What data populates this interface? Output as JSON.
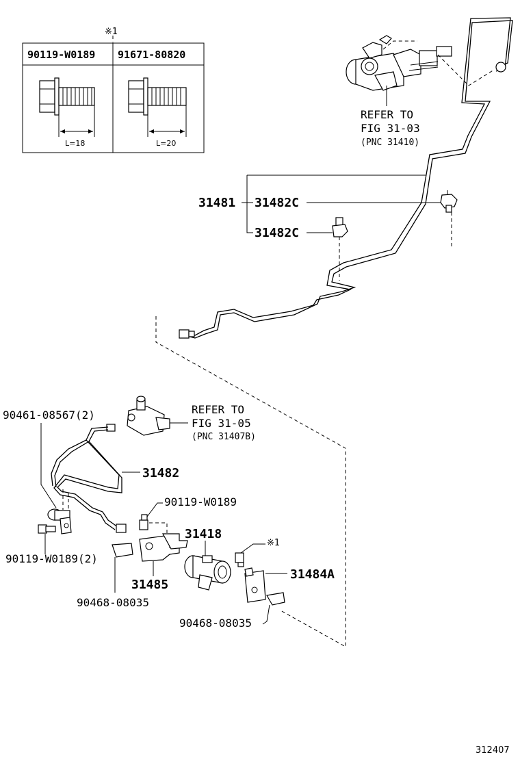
{
  "inset_table": {
    "note_mark": "※1",
    "col1_part": "90119-W0189",
    "col2_part": "91671-80820",
    "col1_length": "L=18",
    "col2_length": "L=20"
  },
  "refer_top": {
    "line1": "REFER TO",
    "line2": "FIG 31-03",
    "line3": "(PNC 31410)"
  },
  "refer_mid": {
    "line1": "REFER TO",
    "line2": "FIG 31-05",
    "line3": "(PNC 31407B)"
  },
  "labels": {
    "p31481": "31481",
    "p31482c_a": "31482C",
    "p31482c_b": "31482C",
    "p90461": "90461-08567(2)",
    "p31482": "31482",
    "p90119_a": "90119-W0189",
    "p31418": "31418",
    "p90119_b": "90119-W0189(2)",
    "note_mark": "※1",
    "p31484a": "31484A",
    "p31485": "31485",
    "p90468_a": "90468-08035",
    "p90468_b": "90468-08035"
  },
  "figure_id": "312407"
}
